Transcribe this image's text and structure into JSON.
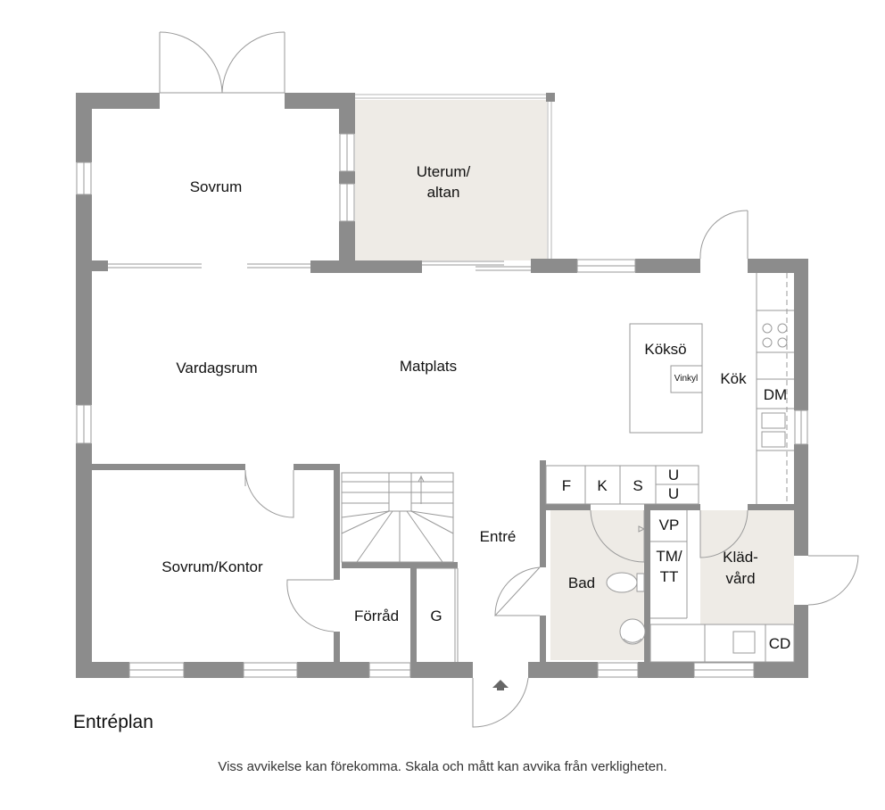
{
  "plan_title": "Entréplan",
  "disclaimer": "Viss avvikelse kan förekomma. Skala och mått kan avvika från verkligheten.",
  "rooms": {
    "sovrum": "Sovrum",
    "uterum_line1": "Uterum/",
    "uterum_line2": "altan",
    "vardagsrum": "Vardagsrum",
    "matplats": "Matplats",
    "koksoe": "Köksö",
    "vinkyl": "Vinkyl",
    "kok": "Kök",
    "dm": "DM",
    "sovrum_kontor": "Sovrum/Kontor",
    "forrad": "Förråd",
    "g": "G",
    "entre": "Entré",
    "bad": "Bad",
    "vp": "VP",
    "tm_tt_line1": "TM/",
    "tm_tt_line2": "TT",
    "kladvard_line1": "Kläd-",
    "kladvard_line2": "vård",
    "cd": "CD",
    "f": "F",
    "k": "K",
    "s": "S",
    "u1": "U",
    "u2": "U"
  },
  "colors": {
    "wall": "#8c8c8c",
    "tinted_floor": "#eeebe6",
    "line": "#9a9a9a"
  }
}
